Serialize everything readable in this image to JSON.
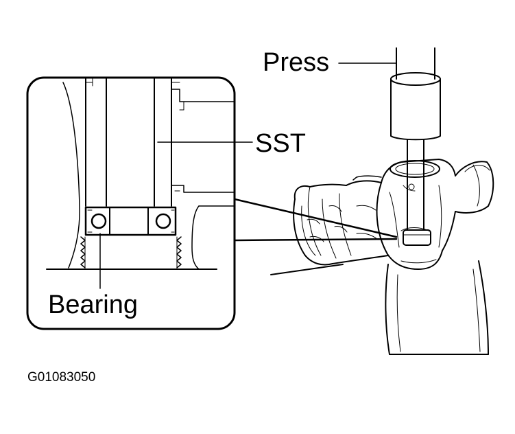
{
  "labels": {
    "press": "Press",
    "sst": "SST",
    "bearing": "Bearing"
  },
  "figure_code": "G01083050"
}
